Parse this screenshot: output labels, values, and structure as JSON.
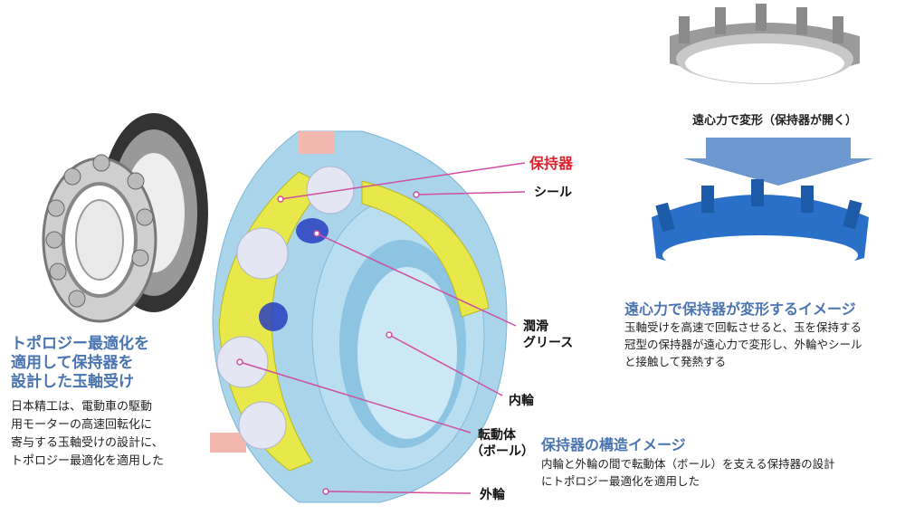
{
  "left": {
    "title_lines": [
      "トポロジー最適化を",
      "適用して保持器を",
      "設計した玉軸受け"
    ],
    "body_lines": [
      "日本精工は、電動車の駆動",
      "用モーターの高速回転化に",
      "寄与する玉軸受けの設計に、",
      "トポロジー最適化を適用した"
    ]
  },
  "labels": {
    "cage": "保持器",
    "seal": "シール",
    "grease_1": "潤滑",
    "grease_2": "グリース",
    "inner_ring": "内輪",
    "ball_1": "転動体",
    "ball_2": "（ボール）",
    "outer_ring": "外輪"
  },
  "deform": {
    "caption": "遠心力で変形（保持器が開く）",
    "title": "遠心力で保持器が変形するイメージ",
    "body_lines": [
      "玉軸受けを高速で回転させると、玉を保持する",
      "冠型の保持器が遠心力で変形し、外輪やシール",
      "と接触して発熱する"
    ]
  },
  "structure": {
    "title": "保持器の構造イメージ",
    "body_lines": [
      "内輪と外輪の間で転動体（ボール）を支える保持器の設計",
      "にトポロジー最適化を適用した"
    ]
  },
  "colors": {
    "accent_blue": "#4a74b0",
    "cage_red": "#e0202a",
    "leader": "#d04fa0",
    "cage_yellow": "#e8e84a",
    "ring_blue": "#a9d4ea",
    "deformed_blue": "#2a6fc8"
  }
}
